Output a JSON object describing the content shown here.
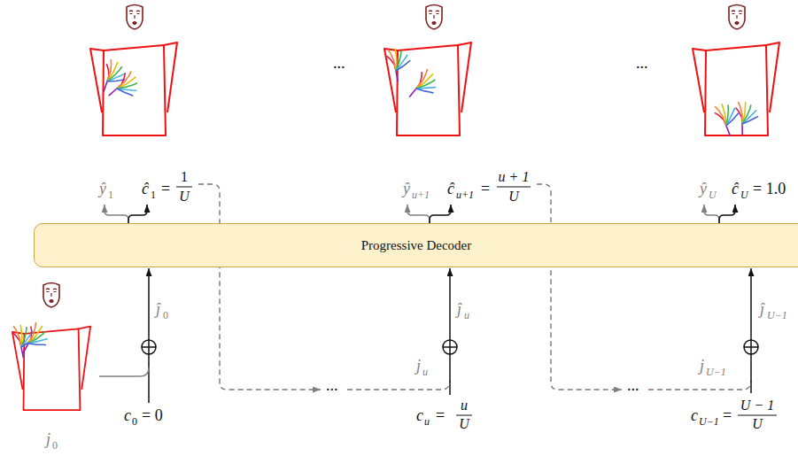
{
  "diagram": {
    "nodes": [
      {
        "text": [
          "Progressive Decoder"
        ]
      }
    ],
    "labels": [
      "ŷ",
      "1",
      "ĉ",
      "1",
      "=",
      "1",
      "U",
      "ŷ",
      "u+1",
      "ĉ",
      "u+1",
      "=",
      "u + 1",
      "U",
      "ŷ",
      "U",
      "ĉ",
      "U",
      "= 1.0",
      "...",
      "...",
      "ĵ",
      "0",
      "j",
      "0",
      "c",
      "0",
      "= 0",
      "...",
      "j",
      "u",
      "ĵ",
      "u",
      "c",
      "u",
      "=",
      "u",
      "U",
      "...",
      "j",
      "U−1",
      "ĵ",
      "U−1",
      "c",
      "U−1",
      "=",
      "U − 1",
      "U"
    ]
  }
}
